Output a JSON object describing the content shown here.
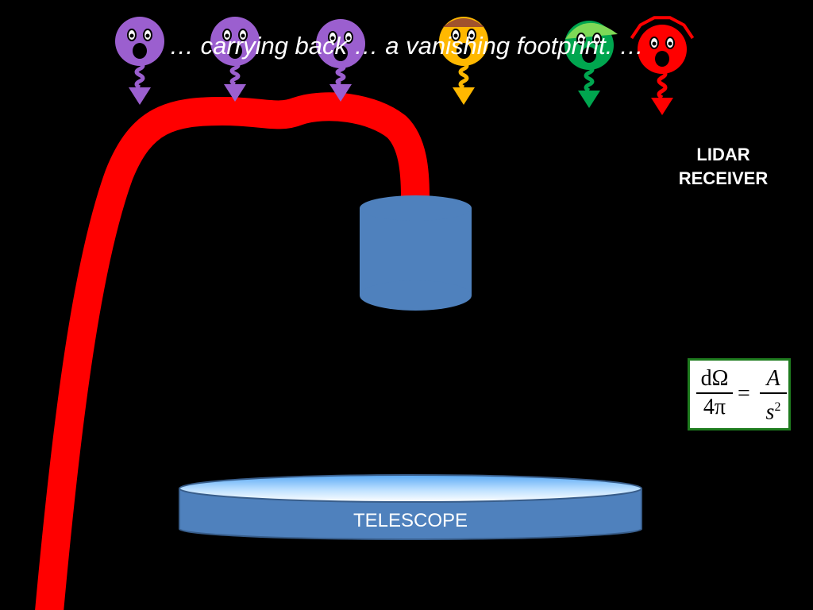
{
  "caption": "… carrying back … a vanishing footprint. …",
  "receiver_label": "LIDAR RECEIVER",
  "telescope_label": "TELESCOPE",
  "formula": {
    "left_numerator": "dΩ",
    "left_denominator": "4π",
    "operator": "=",
    "right_numerator": "A",
    "right_denominator_base": "s",
    "right_denominator_exponent": "2"
  },
  "colors": {
    "beam": "#ff0000",
    "telescope": "#4f81bd",
    "formula_border": "#1e7b1e",
    "photon_purple": "#9b5fcf",
    "photon_yellow": "#ffb800",
    "photon_green": "#00a64f",
    "photon_red": "#ff0000"
  },
  "photons": [
    {
      "name": "photon-purple-1",
      "color": "#9b5fcf"
    },
    {
      "name": "photon-purple-2",
      "color": "#9b5fcf"
    },
    {
      "name": "photon-purple-3",
      "color": "#9b5fcf"
    },
    {
      "name": "photon-yellow",
      "color": "#ffb800"
    },
    {
      "name": "photon-green",
      "color": "#00a64f"
    },
    {
      "name": "photon-red",
      "color": "#ff0000"
    }
  ]
}
